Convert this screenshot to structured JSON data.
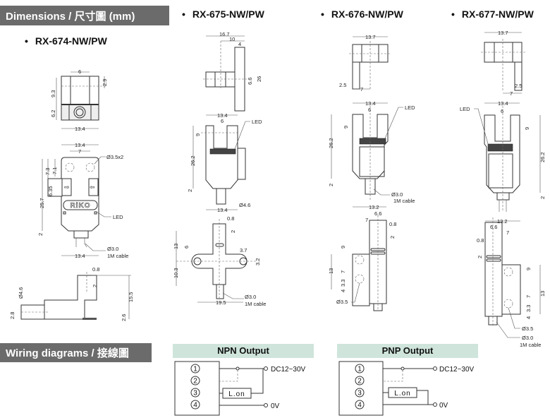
{
  "headers": {
    "dimensions": "Dimensions / 尺寸圖 (mm)",
    "wiring": "Wiring diagrams / 接線圖"
  },
  "bullet": "•",
  "models": [
    {
      "title": "RX-674-NW/PW",
      "top": [
        "6",
        "2.9",
        "9.3",
        "6.2",
        "13.4"
      ],
      "front": [
        "13.4",
        "7",
        "Ø3.5x2",
        "7.3",
        "7.1",
        "6.35",
        "25.7",
        "LED",
        "2",
        "13.4",
        "Ø3.0",
        "1M cable"
      ],
      "logo": "RiKO",
      "side": [
        "0.8",
        "2",
        "15.5",
        "Ø4.6",
        "2.8",
        "2.6"
      ]
    },
    {
      "title": "RX-675-NW/PW",
      "top": [
        "16.7",
        "10",
        "4",
        "6.6",
        "26"
      ],
      "front": [
        "13.4",
        "6",
        "LED",
        "9",
        "26.2",
        "2",
        "Ø4.6",
        "13.4"
      ],
      "side": [
        "0.8",
        "2",
        "13",
        "6",
        "3.7",
        "3.2",
        "10.3",
        "19.5",
        "Ø3.0",
        "1M cable"
      ]
    },
    {
      "title": "RX-676-NW/PW",
      "top": [
        "13.7",
        "2.5",
        "7"
      ],
      "front": [
        "13.4",
        "6",
        "LED",
        "9",
        "26.2",
        "2",
        "Ø3.0",
        "1M cable"
      ],
      "side": [
        "13.2",
        "6.6",
        "7",
        "0.8",
        "2",
        "9",
        "13",
        "7",
        "3.3",
        "4",
        "Ø3.5"
      ]
    },
    {
      "title": "RX-677-NW/PW",
      "top": [
        "13.7",
        "2.5",
        "7"
      ],
      "front": [
        "13.4",
        "6",
        "LED",
        "9",
        "26.2",
        "2"
      ],
      "side": [
        "13.2",
        "6.6",
        "7",
        "0.8",
        "2",
        "9",
        "7",
        "13",
        "3.3",
        "4",
        "Ø3.5",
        "Ø3.0",
        "1M cable"
      ]
    }
  ],
  "wiring": [
    {
      "title": "NPN Output",
      "pins": [
        "1",
        "2",
        "3",
        "4"
      ],
      "load": "L.on",
      "vplus": "DC12~30V",
      "vzero": "0V"
    },
    {
      "title": "PNP Output",
      "pins": [
        "1",
        "2",
        "3",
        "4"
      ],
      "load": "L.on",
      "vplus": "DC12~30V",
      "vzero": "0V"
    }
  ]
}
